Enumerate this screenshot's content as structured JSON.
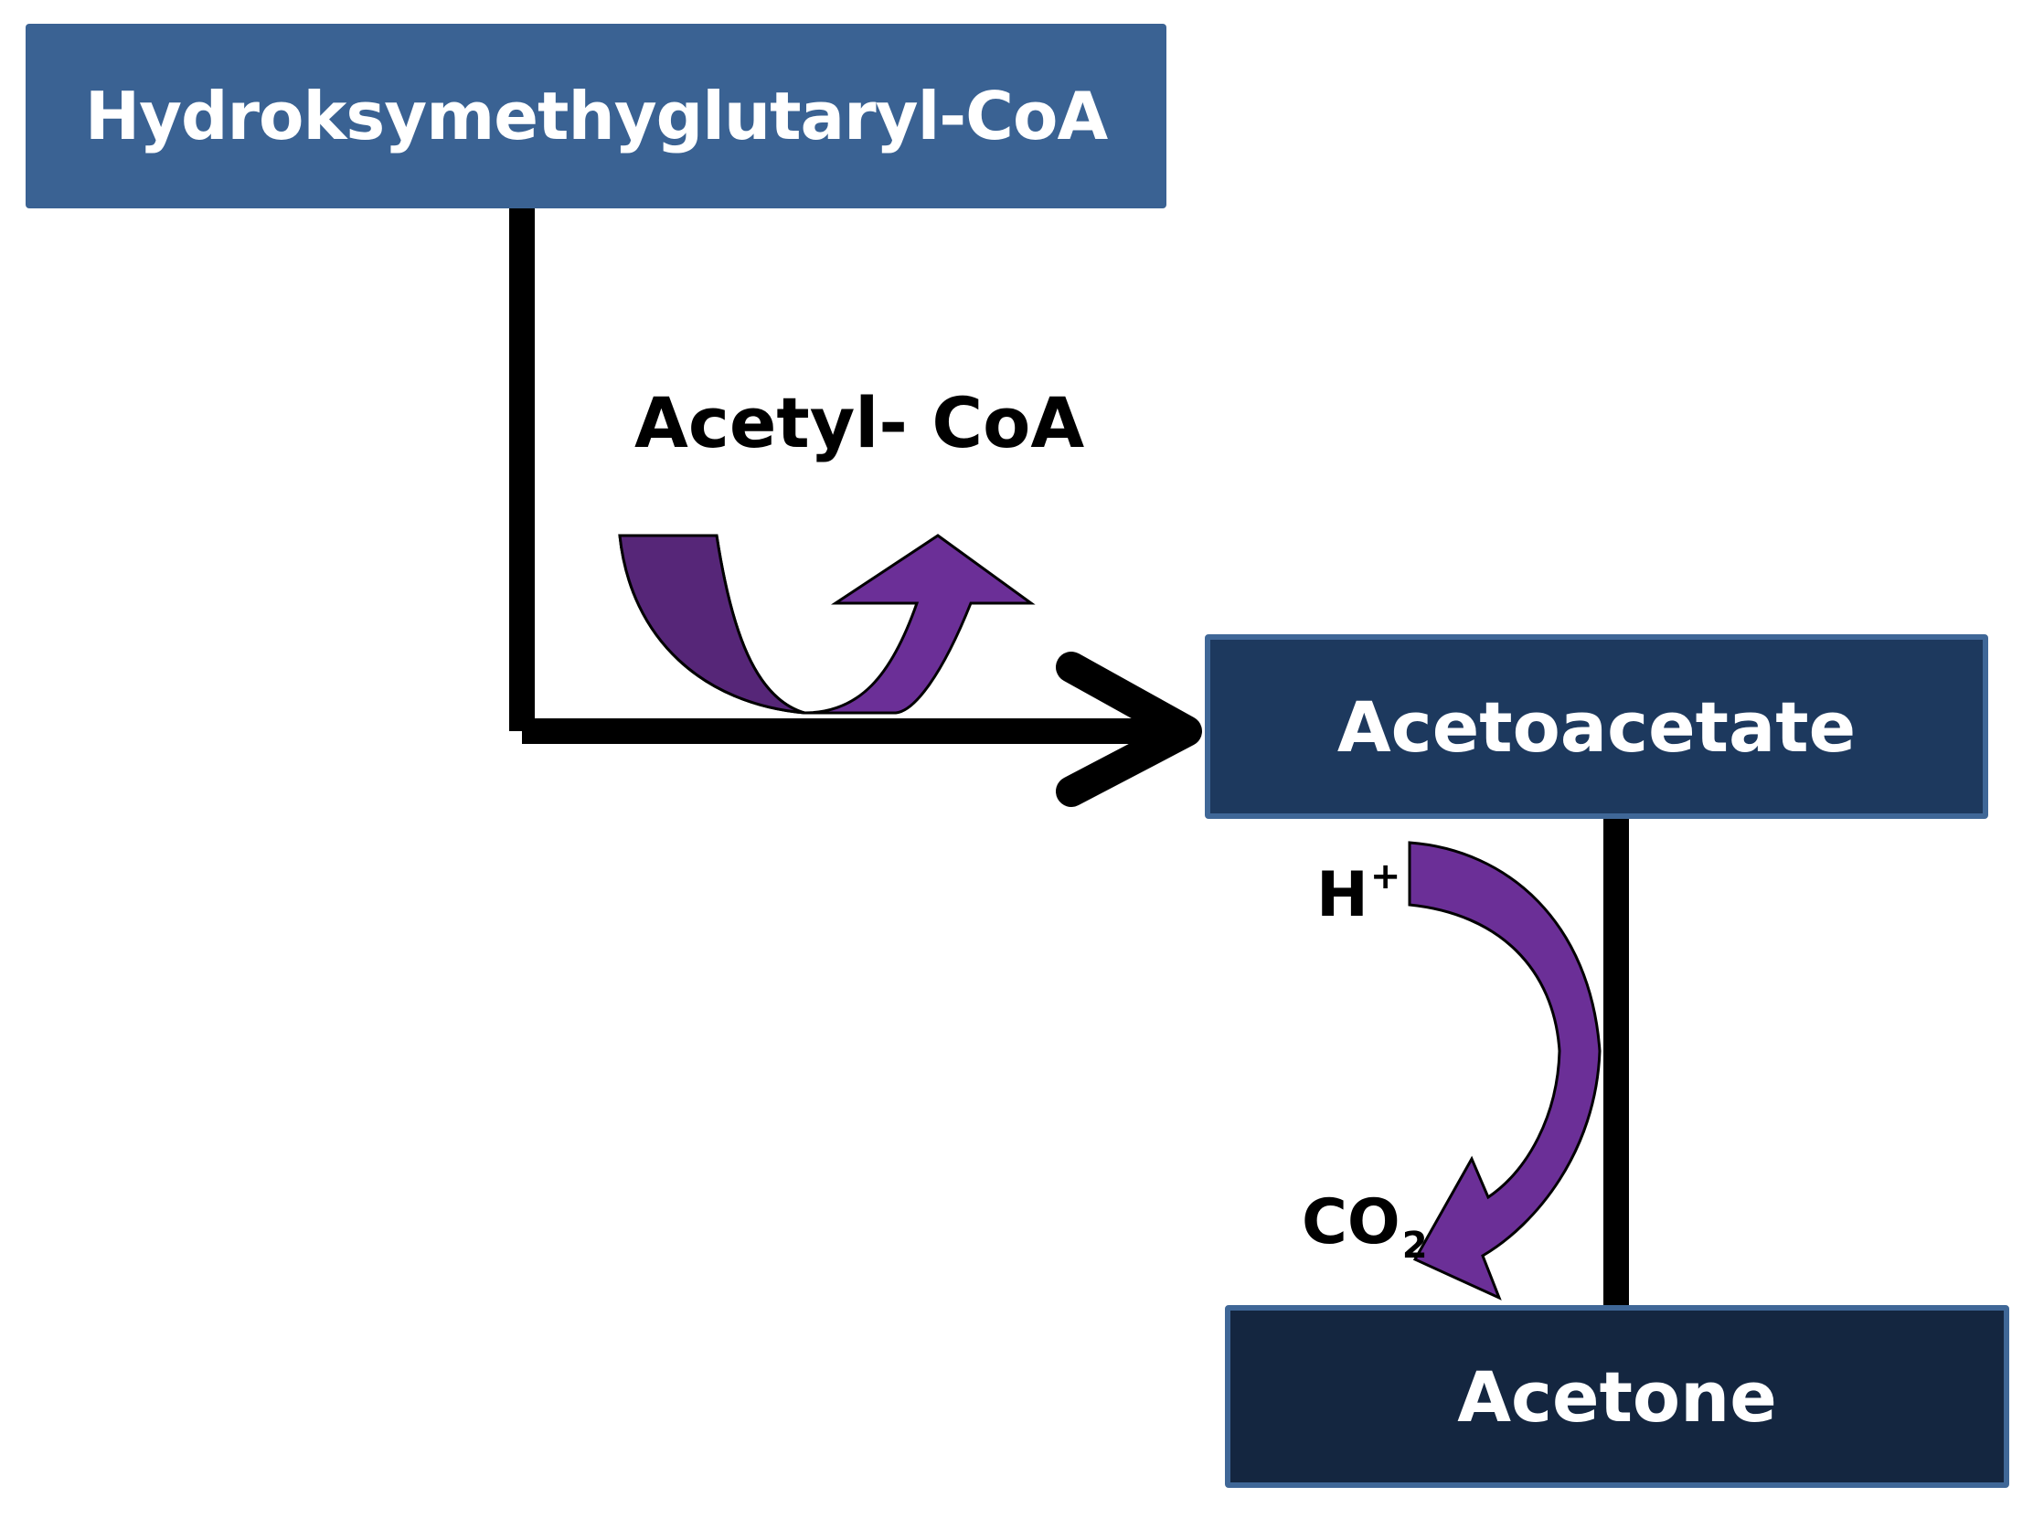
{
  "nodes": {
    "hmg": "Hydroksymethyglutaryl-CoA",
    "acetoacetate": "Acetoacetate",
    "acetone": "Acetone"
  },
  "labels": {
    "acetyl_coa": "Acetyl- CoA",
    "h_plus_base": "H",
    "h_plus_sup": "+",
    "co2_base": "CO",
    "co2_sub": "2"
  },
  "colors": {
    "hmg_box": "#3a6293",
    "acetoacetate_box": "#1d395e",
    "acetone_box": "#142640",
    "box_border": "#3f6797",
    "curved_arrow_fill": "#6b2f97",
    "curved_arrow_fill_dark": "#562678",
    "connector": "#000000"
  }
}
